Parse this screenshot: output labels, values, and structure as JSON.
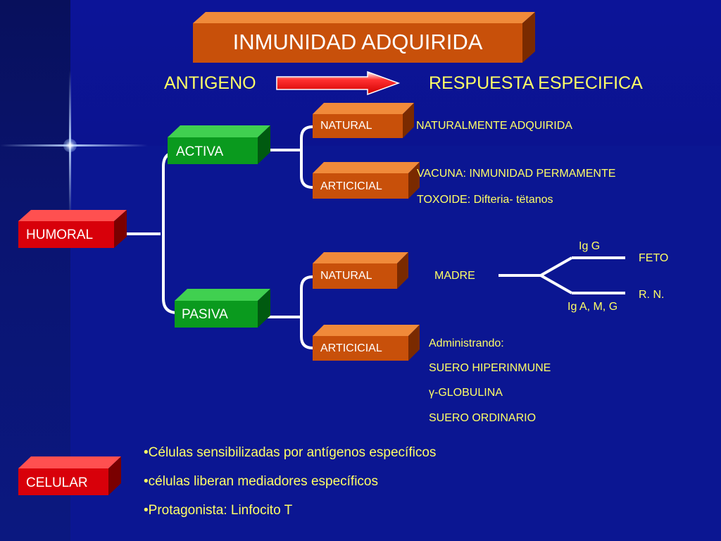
{
  "title": "INMUNIDAD ADQUIRIDA",
  "flow": {
    "from": "ANTIGENO",
    "to": "RESPUESTA ESPECIFICA"
  },
  "boxes": {
    "humoral": "HUMORAL",
    "activa": "ACTIVA",
    "pasiva": "PASIVA",
    "activa_natural": "NATURAL",
    "activa_articicial": "ARTICICIAL",
    "pasiva_natural": "NATURAL",
    "pasiva_articicial": "ARTICICIAL",
    "celular": "CELULAR"
  },
  "activa_natural_desc": "NATURALMENTE ADQUIRIDA",
  "activa_articicial_desc": [
    "VACUNA:   INMUNIDAD PERMAMENTE",
    "TOXOIDE:  Difteria- tëtanos"
  ],
  "pasiva_natural": {
    "madre": "MADRE",
    "upper_branch": "Ig G",
    "upper_target": "FETO",
    "lower_branch": "Ig A, M, G",
    "lower_target": "R. N."
  },
  "pasiva_articicial_desc": [
    "Administrando:",
    "SUERO HIPERINMUNE",
    "γ-GLOBULINA",
    "SUERO ORDINARIO"
  ],
  "celular_bullets": [
    "•Células sensibilizadas por antígenos específicos",
    "•células liberan mediadores específicos",
    "•Protagonista: Linfocito T"
  ],
  "colors": {
    "background": "#0b1692",
    "title_box": "#c8500a",
    "orange_box": "#c8500a",
    "green_box": "#0a9a1e",
    "red_box": "#d8000a",
    "yellow_text": "#ffff66",
    "arrow": "#ff2020"
  }
}
